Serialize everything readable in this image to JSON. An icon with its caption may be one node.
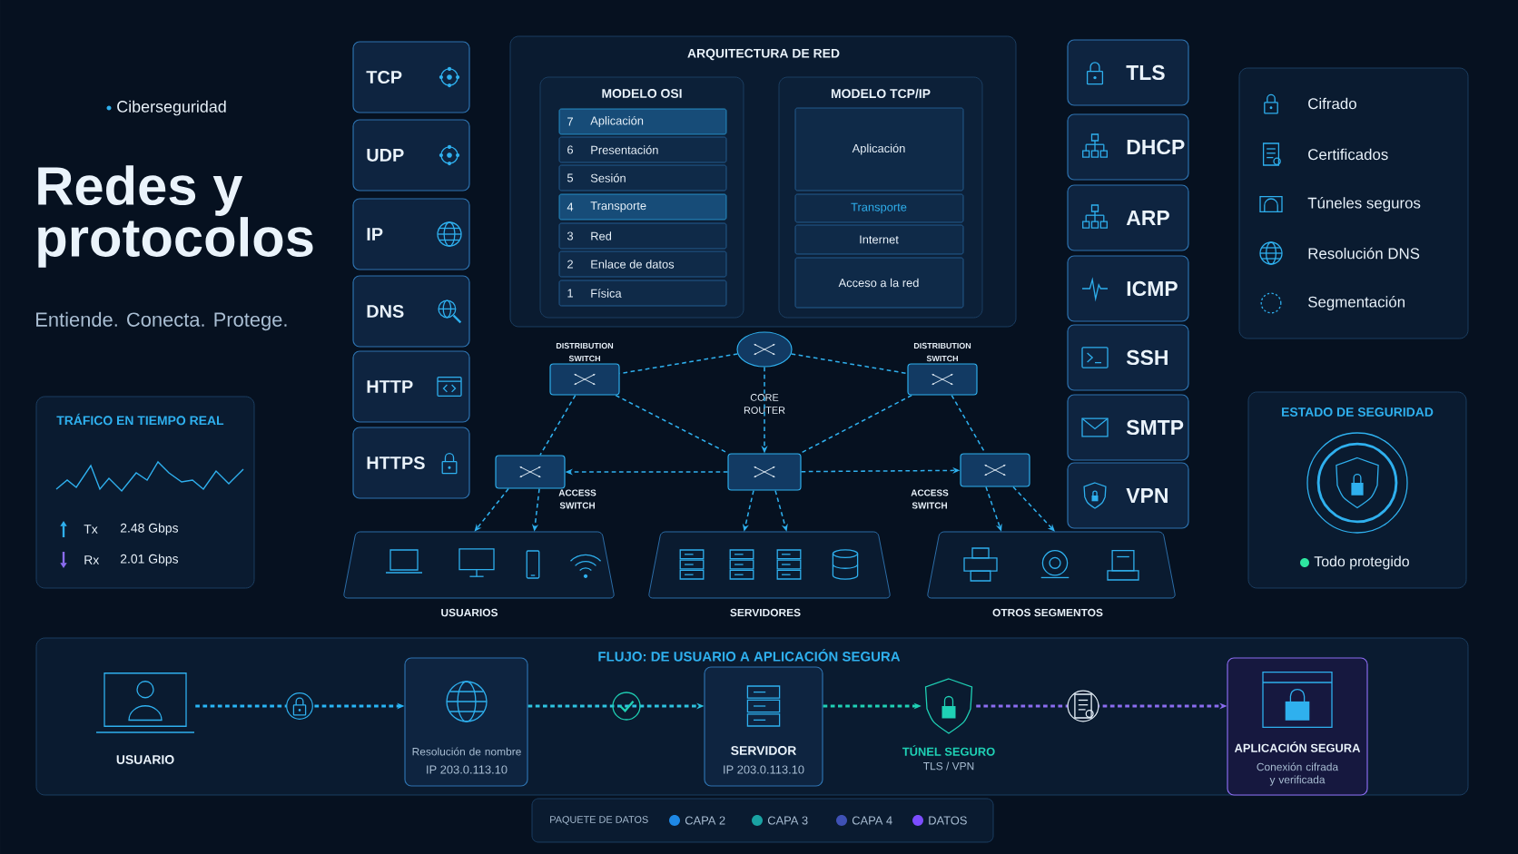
{
  "diagram": {
    "title": "Redes y protocolos",
    "nodes": [
      {
        "text": [
          "TCP"
        ]
      },
      {
        "text": [
          "UDP"
        ]
      },
      {
        "text": [
          "IP"
        ]
      },
      {
        "text": [
          "DNS"
        ]
      },
      {
        "text": [
          "HTTP"
        ]
      },
      {
        "text": [
          "HTTPS"
        ]
      },
      {
        "text": [
          "ARQUITECTURA DE RED"
        ]
      },
      {
        "text": [
          "MODELO OSI"
        ],
        "in": 6
      },
      {
        "text": [
          "7",
          "Aplicación"
        ],
        "in": 7
      },
      {
        "text": [
          "6",
          "Presentación"
        ],
        "in": 7
      },
      {
        "text": [
          "5",
          "Sesión"
        ],
        "in": 7
      },
      {
        "text": [
          "4",
          "Transporte"
        ],
        "in": 7
      },
      {
        "text": [
          "3",
          "Red"
        ],
        "in": 7
      },
      {
        "text": [
          "2",
          "Enlace de datos"
        ],
        "in": 7
      },
      {
        "text": [
          "1",
          "Física"
        ],
        "in": 7
      },
      {
        "text": [
          "MODELO TCP/IP"
        ],
        "in": 6
      },
      {
        "text": [
          "Aplicación"
        ],
        "in": 15
      },
      {
        "text": [
          "Transporte"
        ],
        "in": 15
      },
      {
        "text": [
          "Internet"
        ],
        "in": 15
      },
      {
        "text": [
          "Acceso a la red"
        ],
        "in": 15
      },
      {
        "text": [
          "TLS"
        ]
      },
      {
        "text": [
          "DHCP"
        ]
      },
      {
        "text": [
          "ARP"
        ]
      },
      {
        "text": [
          "ICMP"
        ]
      },
      {
        "text": [
          "SSH"
        ]
      },
      {
        "text": [
          "SMTP"
        ]
      },
      {
        "text": [
          "VPN"
        ]
      },
      {
        "text": [
          "Cifrado",
          "Certificados",
          "Túneles seguros",
          "Resolución DNS",
          "Segmentación"
        ]
      },
      {
        "text": [
          "ESTADO DE SEGURIDAD",
          "Todo protegido"
        ]
      },
      {
        "text": [
          "TRÁFICO EN TIEMPO REAL",
          "Tx",
          "2.48 Gbps",
          "Rx",
          "2.01 Gbps"
        ]
      },
      {
        "text": [
          "CORE ROUTER"
        ]
      },
      {
        "text": [
          "DISTRIBUTION SWITCH"
        ]
      },
      {
        "text": [
          "DISTRIBUTION SWITCH"
        ]
      },
      {
        "text": [
          "ACCESS SWITCH"
        ]
      },
      {
        "text": [],
        "shape": "box"
      },
      {
        "text": [
          "ACCESS SWITCH"
        ]
      },
      {
        "text": [
          "USUARIOS"
        ]
      },
      {
        "text": [
          "SERVIDORES"
        ]
      },
      {
        "text": [
          "OTROS SEGMENTOS"
        ]
      },
      {
        "text": [
          "FLUJO: DE USUARIO A APLICACIÓN SEGURA"
        ]
      },
      {
        "text": [
          "USUARIO"
        ],
        "in": 39
      },
      {
        "text": [
          "Resolución de nombre",
          "IP 203.0.113.10"
        ],
        "in": 39
      },
      {
        "text": [
          "SERVIDOR",
          "IP 203.0.113.10"
        ],
        "in": 39
      },
      {
        "text": [
          "TÚNEL SEGURO",
          "TLS / VPN"
        ],
        "in": 39
      },
      {
        "text": [
          "APLICACIÓN SEGURA",
          "Conexión cifrada y verificada"
        ],
        "in": 39
      }
    ],
    "edges": [
      {
        "from": 30,
        "to": 31,
        "arrow": "none",
        "style": "dashed"
      },
      {
        "from": 30,
        "to": 32,
        "arrow": "none",
        "style": "dashed"
      },
      {
        "from": 30,
        "to": 34,
        "arrow": "to",
        "style": "dashed"
      },
      {
        "from": 31,
        "to": 34,
        "arrow": "none",
        "style": "dashed"
      },
      {
        "from": 32,
        "to": 34,
        "arrow": "none",
        "style": "dashed"
      },
      {
        "from": 31,
        "to": 33,
        "arrow": "none",
        "style": "dashed"
      },
      {
        "from": 32,
        "to": 35,
        "arrow": "none",
        "style": "dashed"
      },
      {
        "from": 34,
        "to": 33,
        "arrow": "to",
        "style": "dashed"
      },
      {
        "from": 34,
        "to": 35,
        "arrow": "to",
        "style": "dashed"
      },
      {
        "from": 33,
        "to": 36,
        "arrow": "to",
        "style": "dashed"
      },
      {
        "from": 33,
        "to": 36,
        "arrow": "to",
        "style": "dashed"
      },
      {
        "from": 34,
        "to": 37,
        "arrow": "to",
        "style": "dashed"
      },
      {
        "from": 34,
        "to": 37,
        "arrow": "to",
        "style": "dashed"
      },
      {
        "from": 35,
        "to": 38,
        "arrow": "to",
        "style": "dashed"
      },
      {
        "from": 35,
        "to": 38,
        "arrow": "to",
        "style": "dashed"
      },
      {
        "from": 40,
        "to": 41,
        "arrow": "to",
        "style": "dashed",
        "color": "#29b6f6"
      },
      {
        "from": 41,
        "to": 42,
        "arrow": "to",
        "style": "dashed",
        "color": "#2ec4e0"
      },
      {
        "from": 42,
        "to": 43,
        "arrow": "to",
        "style": "dashed",
        "color": "#1fd1b5"
      },
      {
        "from": 43,
        "to": 44,
        "arrow": "to",
        "style": "dashed",
        "color": "#8b6cf0"
      }
    ],
    "labels": [
      "Ciberseguridad",
      "Entiende. Conecta. Protege.",
      "PAQUETE DE DATOS"
    ],
    "legend": [
      {
        "text": "CAPA 2",
        "color": "#1e88e5"
      },
      {
        "text": "CAPA 3",
        "color": "#1aa3a3"
      },
      {
        "text": "CAPA 4",
        "color": "#3f51b5"
      },
      {
        "text": "DATOS",
        "color": "#7c4dff"
      }
    ]
  }
}
